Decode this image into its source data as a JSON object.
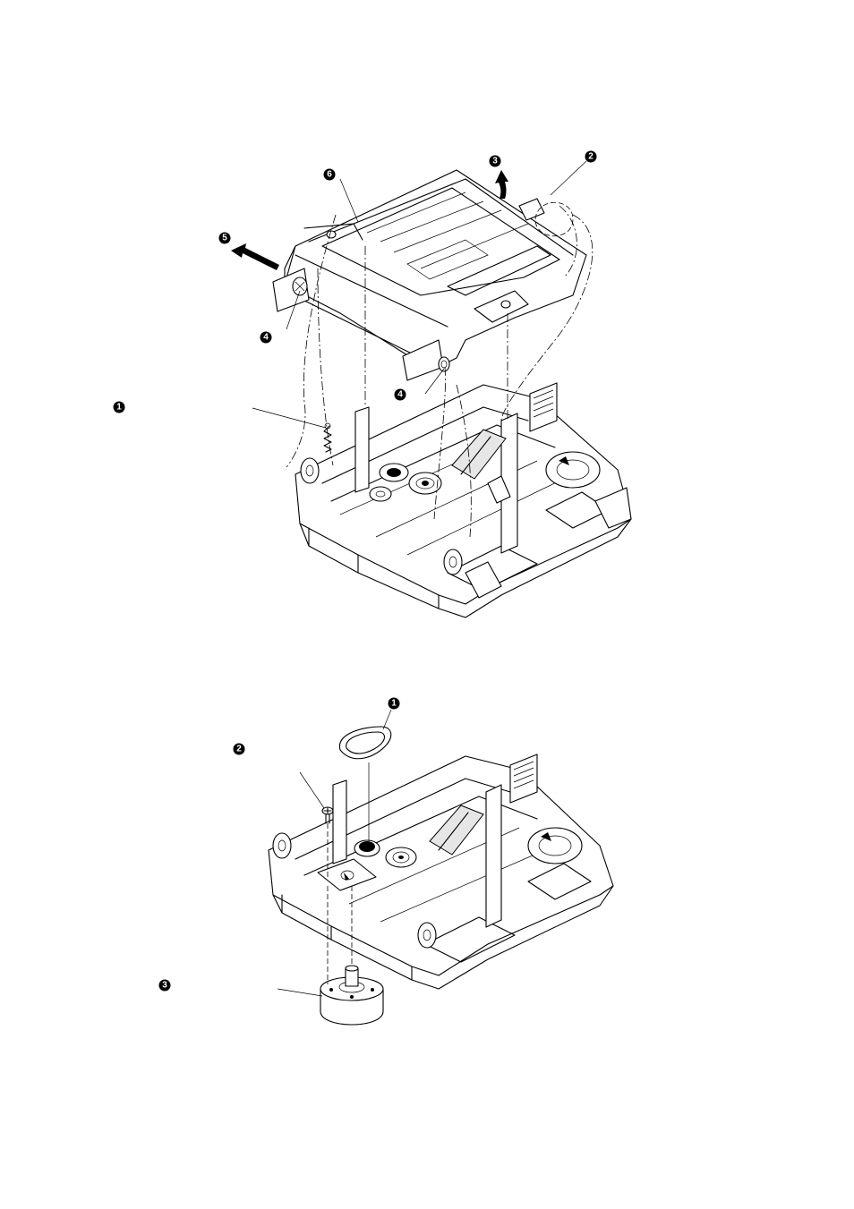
{
  "figure_top": {
    "callouts": [
      {
        "id": "c1",
        "label": "1"
      },
      {
        "id": "c2",
        "label": "2"
      },
      {
        "id": "c3",
        "label": "3"
      },
      {
        "id": "c4a",
        "label": "4"
      },
      {
        "id": "c4b",
        "label": "4"
      },
      {
        "id": "c5",
        "label": "5"
      },
      {
        "id": "c6",
        "label": "6"
      }
    ]
  },
  "figure_bottom": {
    "callouts": [
      {
        "id": "d1",
        "label": "1"
      },
      {
        "id": "d2",
        "label": "2"
      },
      {
        "id": "d3",
        "label": "3"
      }
    ]
  },
  "icons": {
    "arrow_remove": "arrow-left-icon",
    "arrow_lift": "curved-arrow-up-icon"
  },
  "colors": {
    "line": "#000000",
    "background": "#ffffff",
    "shade": "#e6e6e6"
  }
}
